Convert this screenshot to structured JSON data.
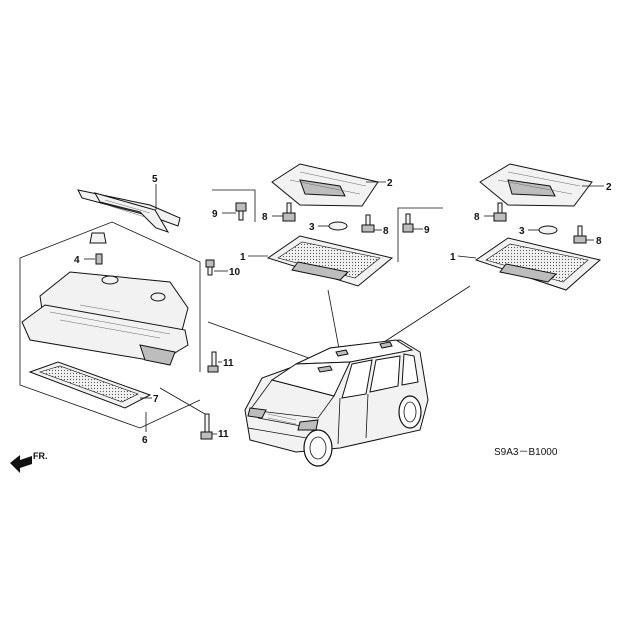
{
  "diagram": {
    "code": "S9A3－B1000",
    "direction_label": "FR.",
    "callouts": {
      "c5": "5",
      "c4": "4",
      "c10": "10",
      "c11a": "11",
      "c11b": "11",
      "c7": "7",
      "c6": "6",
      "c2a": "2",
      "c9a": "9",
      "c8a": "8",
      "c3a": "3",
      "c8b": "8",
      "c1a": "1",
      "c9b": "9",
      "c2b": "2",
      "c8c": "8",
      "c3b": "3",
      "c8d": "8",
      "c1b": "1"
    }
  }
}
